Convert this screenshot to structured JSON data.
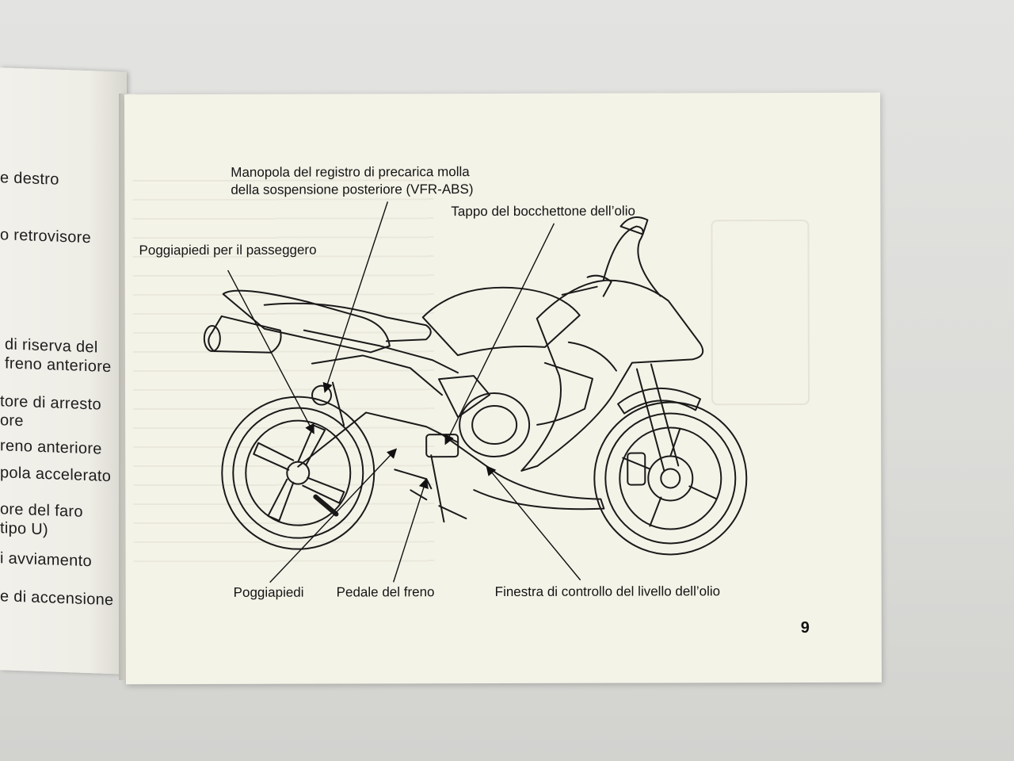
{
  "left_page": {
    "lines": [
      "e destro",
      "o retrovisore",
      "di  riserva del",
      "freno anteriore",
      "tore di arresto",
      "ore",
      "reno anteriore",
      "pola accelerato",
      "ore del faro",
      " tipo U)",
      "i avviamento",
      "e di accensione"
    ]
  },
  "diagram": {
    "labels": {
      "preload_line1": "Manopola  del  registro  di  precarica  molla",
      "preload_line2": "della sospensione posteriore (VFR-ABS)",
      "oil_cap": "Tappo del bocchettone dell’olio",
      "passenger_footrest": "Poggiapiedi per il passeggero",
      "footrest": "Poggiapiedi",
      "brake_pedal": "Pedale del freno",
      "oil_window": "Finestra di controllo del livello dell’olio"
    }
  },
  "page_number": "9"
}
